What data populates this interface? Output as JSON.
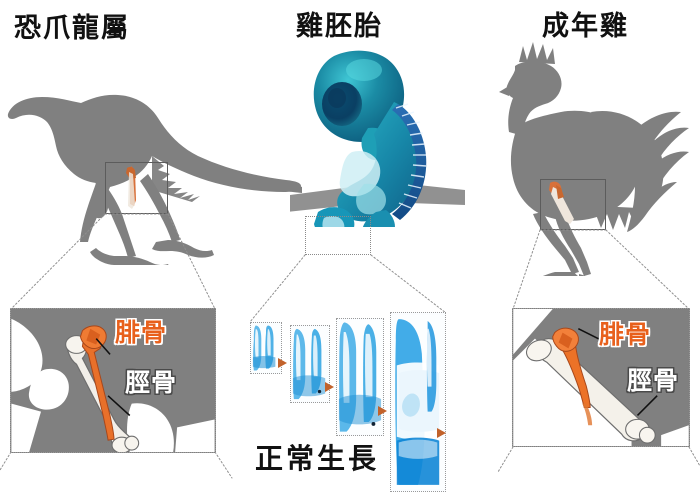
{
  "figure": {
    "title_left": "恐爪龍屬",
    "title_middle": "雞胚胎",
    "title_right": "成年雞",
    "bottom_caption": "正常生長"
  },
  "columns": [
    {
      "id": "deinonychus",
      "title": "恐爪龍屬",
      "subject_icon": "dinosaur-silhouette",
      "callout_box": "leg-zoom-box",
      "detail": {
        "fibula_label": "腓骨",
        "tibia_label": "脛骨",
        "background_color": "#808080"
      }
    },
    {
      "id": "chicken-embryo",
      "title": "雞胚胎",
      "subject_icon": "stained-embryo-photo",
      "callout_box": "limb-zoom-box",
      "caption": "正常生長",
      "stages": [
        {
          "index": 1,
          "icon": "bone-stage-thumbnail",
          "arrow": "fibula-arrow"
        },
        {
          "index": 2,
          "icon": "bone-stage-thumbnail",
          "arrow": "fibula-arrow"
        },
        {
          "index": 3,
          "icon": "bone-stage-thumbnail",
          "arrow": "fibula-arrow"
        },
        {
          "index": 4,
          "icon": "bone-stage-thumbnail",
          "arrow": "fibula-arrow"
        }
      ]
    },
    {
      "id": "adult-chicken",
      "title": "成年雞",
      "subject_icon": "rooster-silhouette",
      "callout_box": "leg-zoom-box",
      "detail": {
        "fibula_label": "腓骨",
        "tibia_label": "脛骨",
        "background_color": "#808080"
      }
    }
  ],
  "colors": {
    "fibula_orange": "#e8601c",
    "tibia_white": "#ffffff",
    "silhouette_grey": "#808080",
    "panel_grey": "#808080",
    "embryo_teal": "#1a7f96",
    "stain_blue": "#1a8fd8",
    "arrow_brown": "#c2622b",
    "background": "#ffffff"
  }
}
